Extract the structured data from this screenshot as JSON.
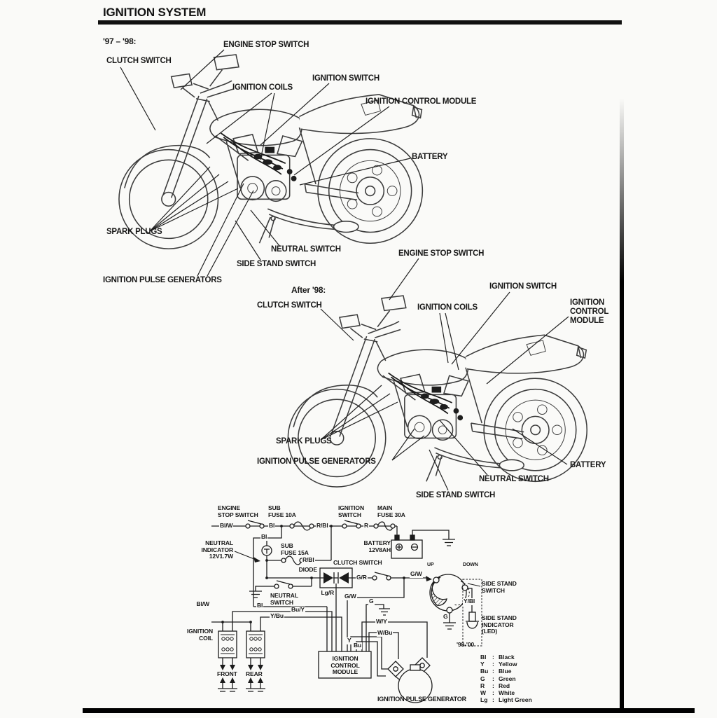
{
  "page": {
    "title": "IGNITION SYSTEM"
  },
  "fig1": {
    "caption": "'97 – '98:",
    "clutch_switch": "CLUTCH SWITCH",
    "engine_stop_switch": "ENGINE STOP SWITCH",
    "ignition_coils": "IGNITION COILS",
    "ignition_switch": "IGNITION SWITCH",
    "ignition_control_module": "IGNITION CONTROL MODULE",
    "battery": "BATTERY",
    "spark_plugs": "SPARK PLUGS",
    "neutral_switch": "NEUTRAL SWITCH",
    "side_stand_switch": "SIDE STAND SWITCH",
    "ignition_pulse_generators": "IGNITION PULSE GENERATORS"
  },
  "fig2": {
    "caption": "After '98:",
    "engine_stop_switch": "ENGINE STOP SWITCH",
    "clutch_switch": "CLUTCH SWITCH",
    "ignition_switch": "IGNITION SWITCH",
    "ignition_coils": "IGNITION COILS",
    "ignition_control_module": "IGNITION\nCONTROL\nMODULE",
    "spark_plugs": "SPARK PLUGS",
    "ignition_pulse_generators": "IGNITION PULSE GENERATORS",
    "battery": "BATTERY",
    "neutral_switch": "NEUTRAL SWITCH",
    "side_stand_switch": "SIDE STAND SWITCH"
  },
  "schematic": {
    "engine_stop_switch": "ENGINE\nSTOP SWITCH",
    "sub_fuse_10a": "SUB\nFUSE 10A",
    "ignition_switch": "IGNITION\nSWITCH",
    "main_fuse_30a": "MAIN\nFUSE 30A",
    "neutral_indicator": "NEUTRAL\nINDICATOR\n12V1.7W",
    "sub_fuse_15a": "SUB\nFUSE 15A",
    "battery": "BATTERY\n12V8AH",
    "clutch_switch": "CLUTCH SWITCH",
    "diode": "DIODE",
    "neutral_switch": "NEUTRAL\nSWITCH",
    "up": "UP",
    "down": "DOWN",
    "side_stand_switch": "SIDE STAND\nSWITCH",
    "side_stand_indicator": "SIDE STAND\nINDICATOR\n(LED)",
    "years_note": "'98-'00",
    "ignition_coil": "IGNITION\nCOIL",
    "front": "FRONT",
    "rear": "REAR",
    "ignition_control_module": "IGNITION\nCONTROL\nMODULE",
    "ignition_pulse_generator": "IGNITION PULSE GENERATOR",
    "wires": {
      "blw": "Bl/W",
      "bl": "Bl",
      "rbl": "R/Bl",
      "r": "R",
      "gr": "G/R",
      "gw": "G/W",
      "lgr": "Lg/R",
      "g": "G",
      "ybl": "Y/Bl",
      "buy": "Bu/Y",
      "ybu": "Y/Bu",
      "wy": "W/Y",
      "wbu": "W/Bu",
      "y": "Y",
      "bu": "Bu"
    }
  },
  "legend": {
    "entries": [
      {
        "abbr": "Bl",
        "name": "Black"
      },
      {
        "abbr": "Y",
        "name": "Yellow"
      },
      {
        "abbr": "Bu",
        "name": "Blue"
      },
      {
        "abbr": "G",
        "name": "Green"
      },
      {
        "abbr": "R",
        "name": "Red"
      },
      {
        "abbr": "W",
        "name": "White"
      },
      {
        "abbr": "Lg",
        "name": "Light Green"
      }
    ]
  },
  "colors": {
    "ink": "#1b1b1b",
    "rule": "#111111",
    "paper": "#fafaf8"
  }
}
